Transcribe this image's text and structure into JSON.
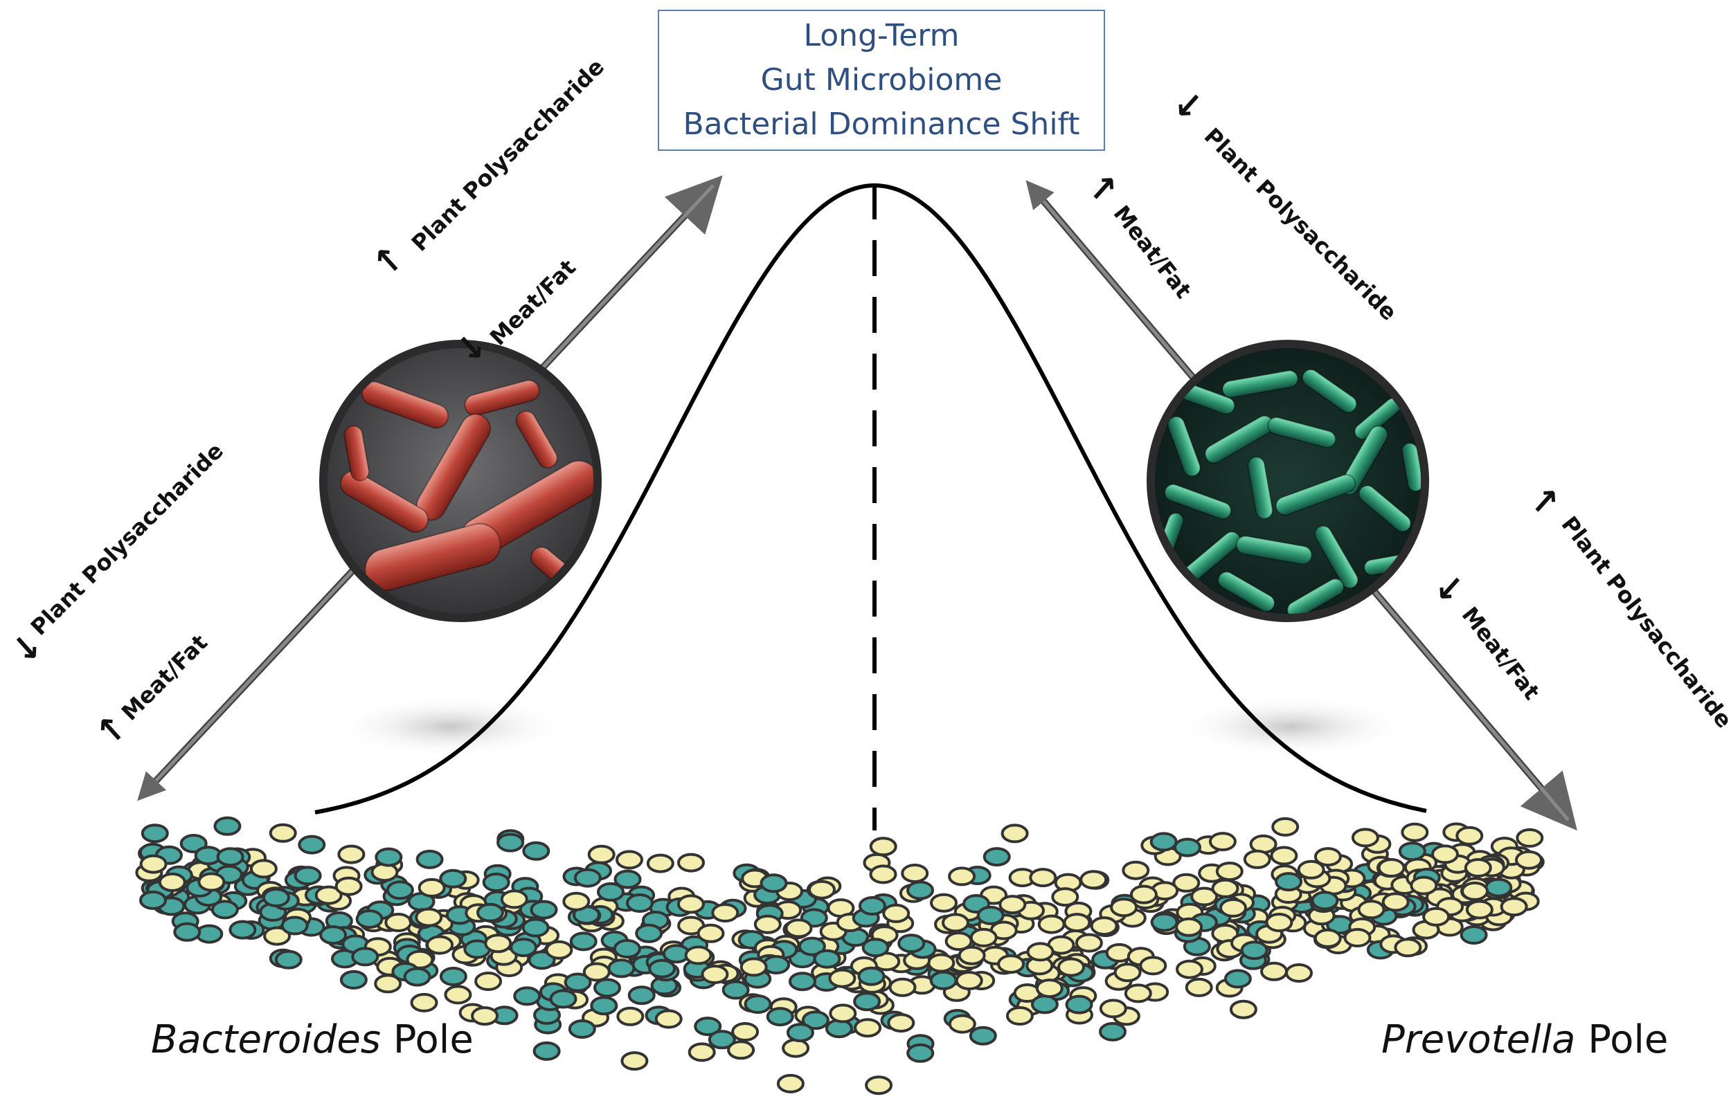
{
  "title": {
    "line1": "Long-Term",
    "line2": "Gut Microbiome",
    "line3": "Bacterial Dominance Shift"
  },
  "left_pole": {
    "italic": "Bacteroides",
    "rest": " Pole"
  },
  "right_pole": {
    "italic": "Prevotella",
    "rest": " Pole"
  },
  "left_labels": {
    "upper_plant": "Plant Polysaccharide",
    "upper_meat": "Meat/Fat",
    "lower_plant": "Plant Polysaccharide",
    "lower_meat": "Meat/Fat"
  },
  "right_labels": {
    "upper_plant": "Plant Polysaccharide",
    "upper_meat": "Meat/Fat",
    "lower_plant": "Plant Polysaccharide",
    "lower_meat": "Meat/Fat"
  },
  "arrows": {
    "up": "↑",
    "down": "↓"
  },
  "colors": {
    "title_text": "#2e4f80",
    "title_border": "#5a7fa8",
    "bacteroides": "#b8453a",
    "prevotella": "#2f8f6a",
    "dot_yellow": "#f3eeb0",
    "dot_teal": "#4aa7a0"
  },
  "icons": [
    "bacteroides-micrograph-icon",
    "prevotella-micrograph-icon"
  ]
}
